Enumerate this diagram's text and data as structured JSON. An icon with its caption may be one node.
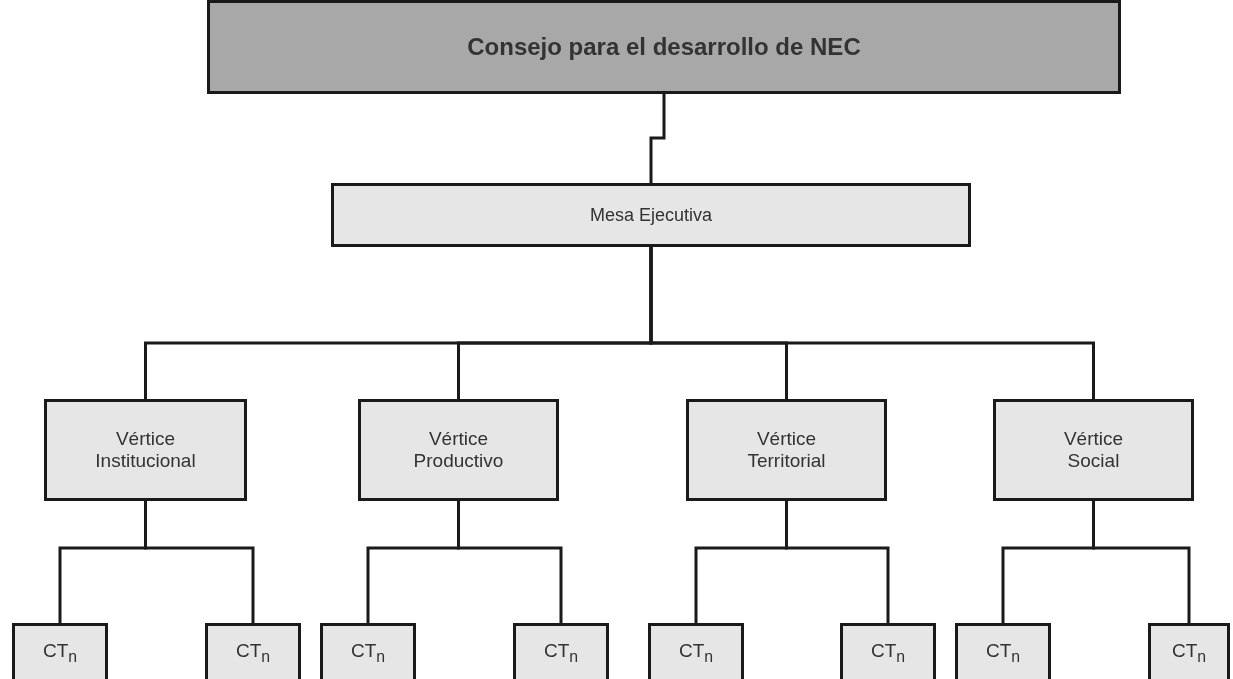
{
  "diagram": {
    "nodes": [
      {
        "text": [
          "Consejo para el desarrollo de NEC"
        ]
      },
      {
        "text": [
          "Mesa Ejecutiva"
        ]
      },
      {
        "text": [
          "Vértice Institucional"
        ]
      },
      {
        "text": [
          "Vértice Productivo"
        ]
      },
      {
        "text": [
          "Vértice Territorial"
        ]
      },
      {
        "text": [
          "Vértice Social"
        ]
      },
      {
        "text": [
          "CT$_{n}$"
        ]
      },
      {
        "text": [
          "CT$_{n}$"
        ]
      },
      {
        "text": [
          "CT$_{n}$"
        ]
      },
      {
        "text": [
          "CT$_{n}$"
        ]
      },
      {
        "text": [
          "CT$_{n}$"
        ]
      },
      {
        "text": [
          "CT$_{n}$"
        ]
      },
      {
        "text": [
          "CT$_{n}$"
        ]
      },
      {
        "text": [
          "CT$_{n}$"
        ]
      }
    ],
    "edges": [
      {
        "from": 0,
        "to": 1,
        "arrow": "none"
      },
      {
        "from": 1,
        "to": 2,
        "arrow": "none"
      },
      {
        "from": 1,
        "to": 3,
        "arrow": "none"
      },
      {
        "from": 1,
        "to": 4,
        "arrow": "none"
      },
      {
        "from": 1,
        "to": 5,
        "arrow": "none"
      },
      {
        "from": 2,
        "to": 6,
        "arrow": "none"
      },
      {
        "from": 2,
        "to": 7,
        "arrow": "none"
      },
      {
        "from": 3,
        "to": 8,
        "arrow": "none"
      },
      {
        "from": 3,
        "to": 9,
        "arrow": "none"
      },
      {
        "from": 4,
        "to": 10,
        "arrow": "none"
      },
      {
        "from": 4,
        "to": 11,
        "arrow": "none"
      },
      {
        "from": 5,
        "to": 12,
        "arrow": "none"
      },
      {
        "from": 5,
        "to": 13,
        "arrow": "none"
      }
    ]
  }
}
